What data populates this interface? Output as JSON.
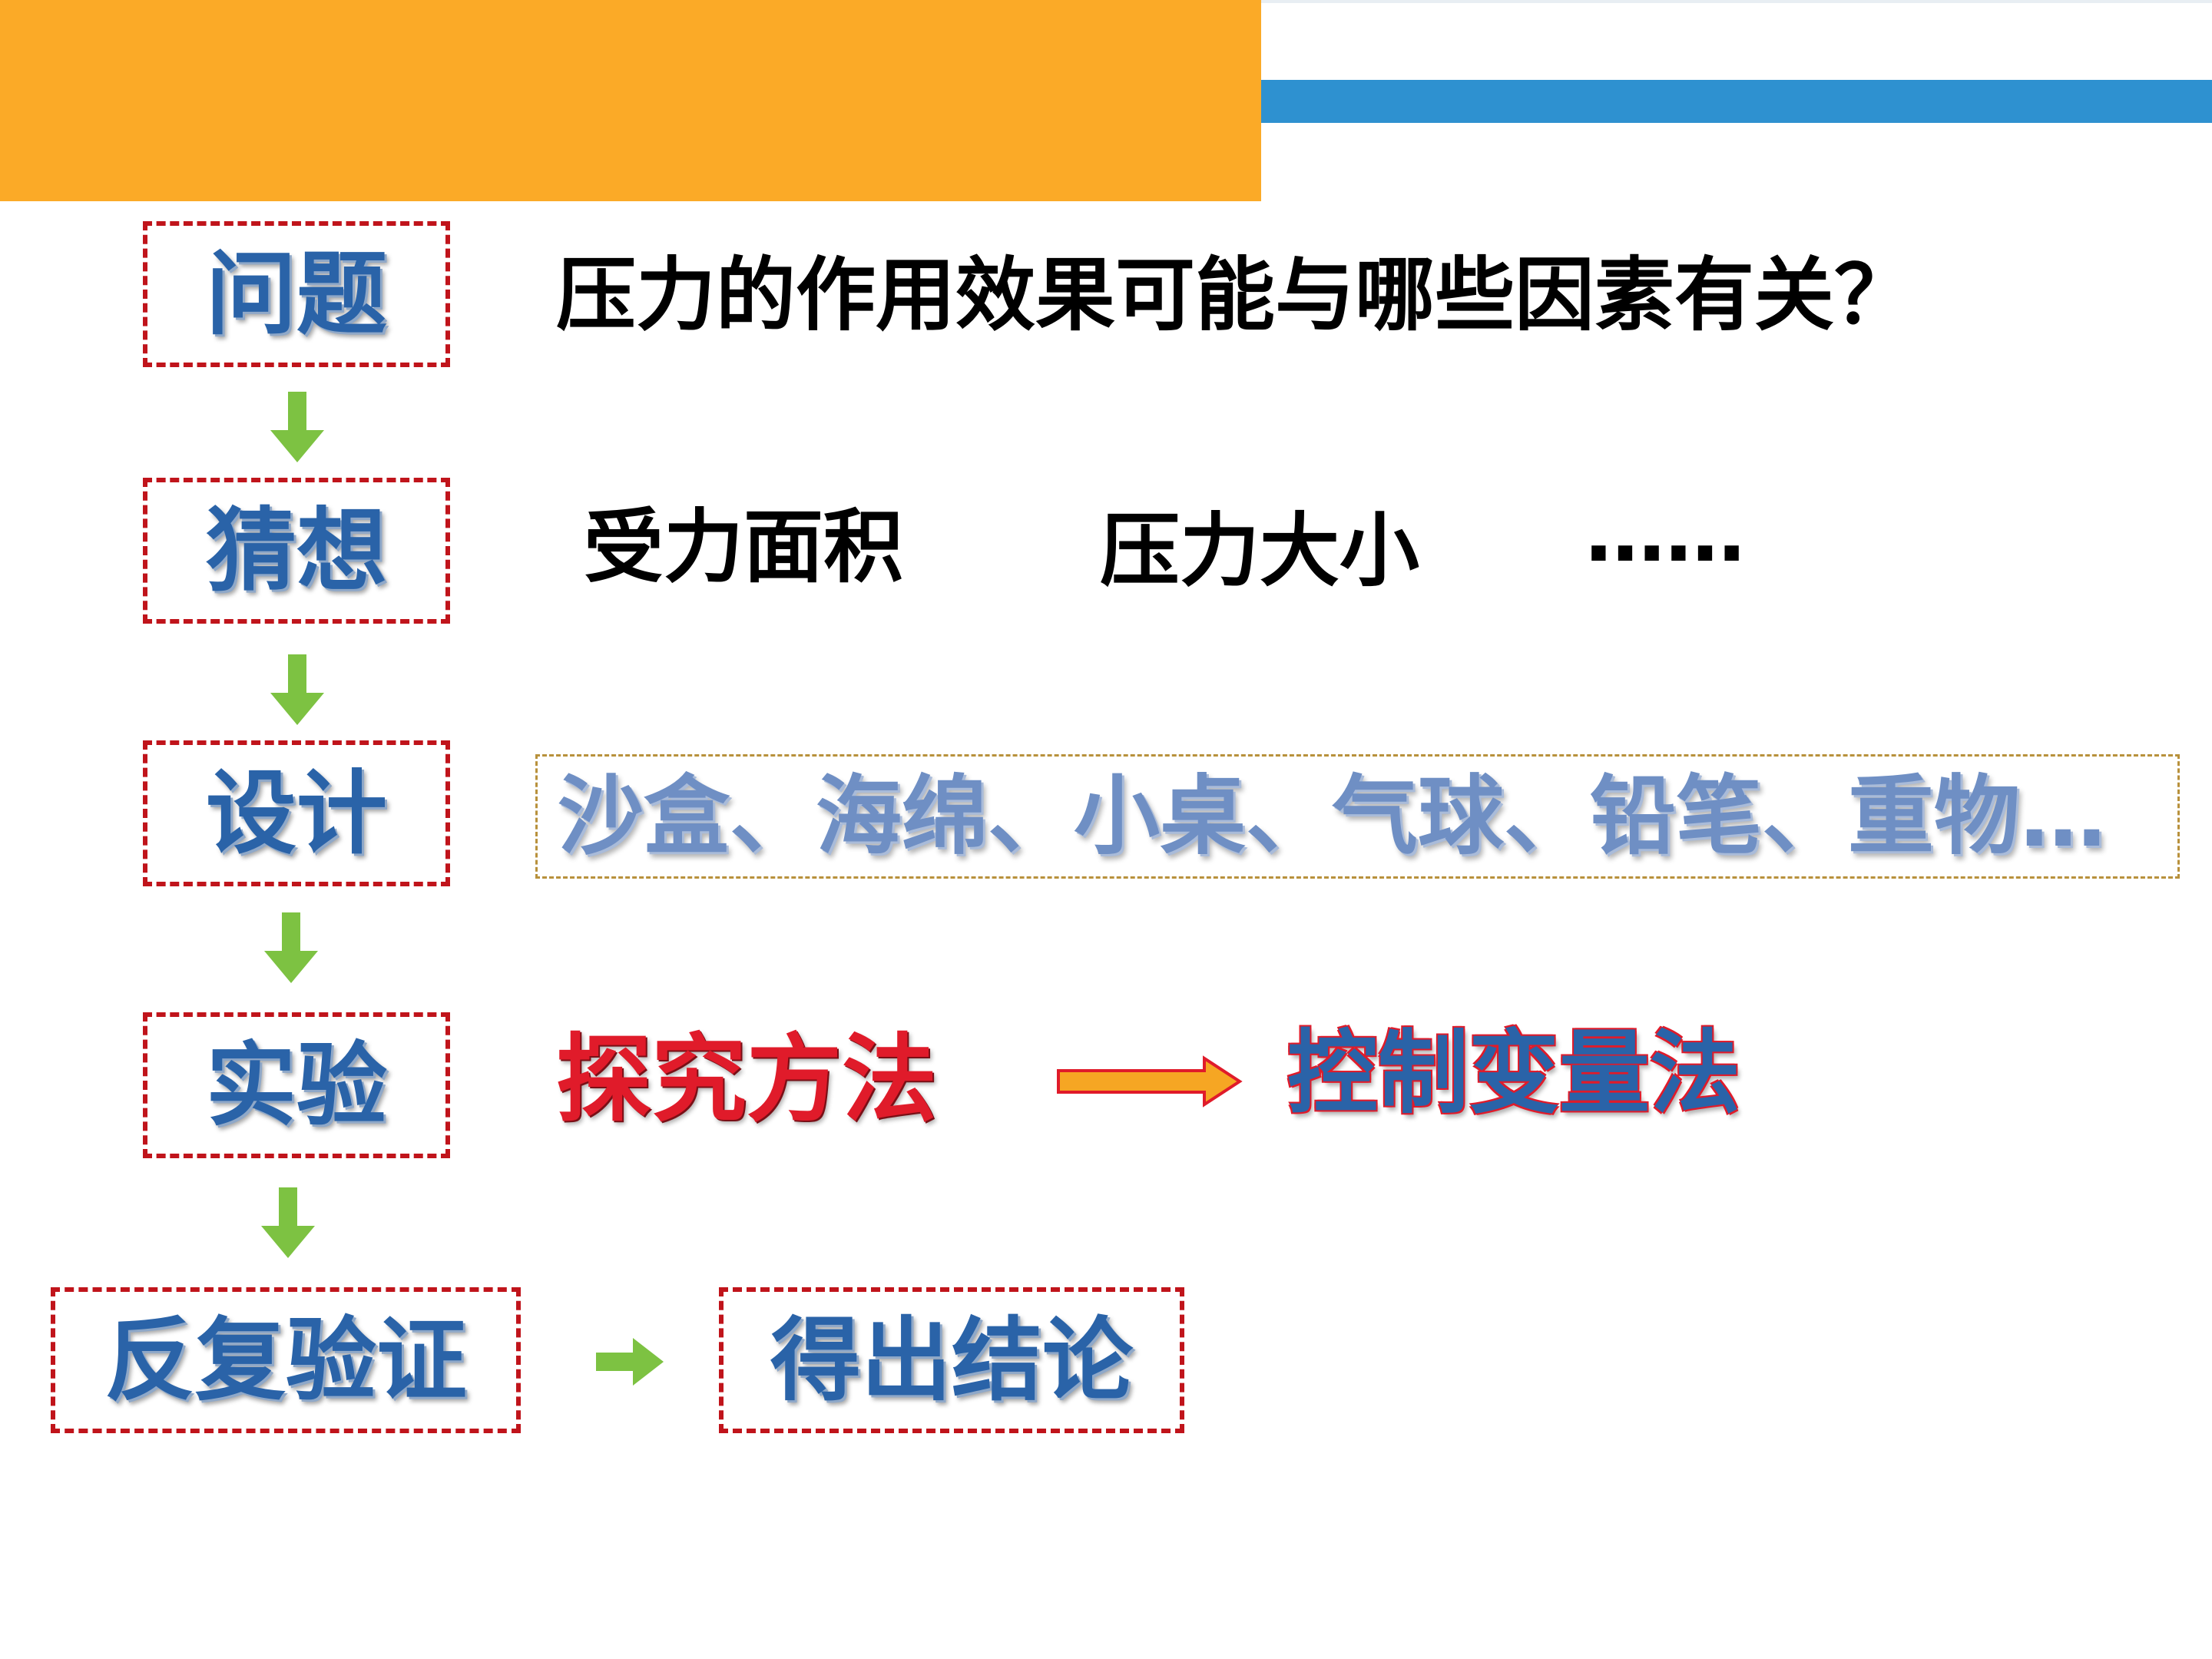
{
  "steps": {
    "question": "问题",
    "hypothesis": "猜想",
    "design": "设计",
    "experiment": "实验",
    "verify": "反复验证",
    "conclusion": "得出结论"
  },
  "question_text": "压力的作用效果可能与哪些因素有关？",
  "hypotheses": {
    "first": "受力面积",
    "second": "压力大小",
    "more": "……"
  },
  "design_text": "沙盒、海绵、小桌、气球、铅笔、重物…",
  "experiment": {
    "method_label": "探究方法",
    "method_name": "控制变量法"
  },
  "colors": {
    "header_orange": "#FBAA27",
    "header_blue": "#2E91D0",
    "box_border_red": "#C0141B",
    "step_text_blue": "#2A63A8",
    "flow_arrow_green": "#7DC242",
    "method_arrow_orange": "#F6A623",
    "method_red": "#E01B2A"
  }
}
